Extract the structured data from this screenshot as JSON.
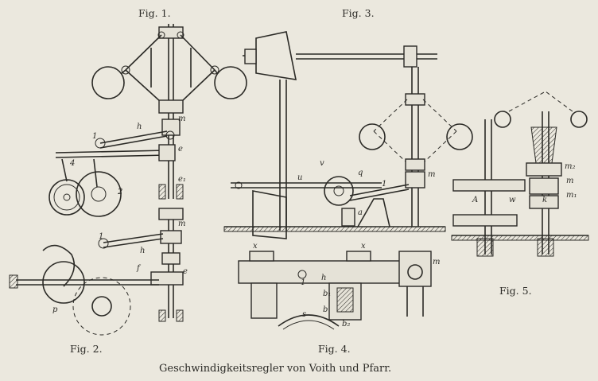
{
  "figures": {
    "fig1": "Fig. 1.",
    "fig2": "Fig. 2.",
    "fig3": "Fig. 3.",
    "fig4": "Fig. 4.",
    "fig5": "Fig. 5."
  },
  "caption": "Geschwindigkeitsregler von Voith und Pfarr.",
  "labels": {
    "m": "m",
    "e": "e",
    "e1": "e₁",
    "h": "h",
    "one": "1",
    "two": "2",
    "four": "4",
    "f": "f",
    "p": "p",
    "u": "u",
    "v": "v",
    "q": "q",
    "x": "x",
    "a": "a",
    "b": "b",
    "b1": "b₁",
    "b2": "b₂",
    "s": "s",
    "m1": "m₁",
    "m2": "m₂",
    "w": "w",
    "k": "k",
    "A": "A"
  }
}
